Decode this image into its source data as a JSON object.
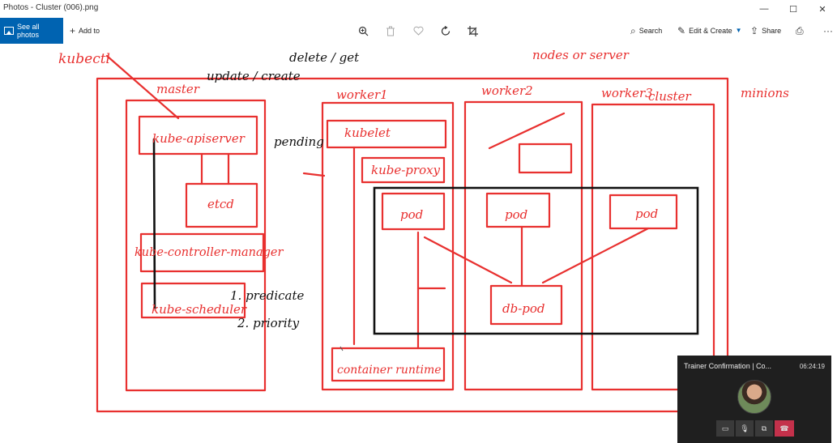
{
  "window": {
    "title": "Photos - Cluster (006).png",
    "minimize_glyph": "—",
    "maximize_glyph": "☐",
    "close_glyph": "✕"
  },
  "toolbar": {
    "see_all_label": "See all photos",
    "add_to_label": "Add to",
    "search_label": "Search",
    "edit_create_label": "Edit & Create",
    "share_label": "Share",
    "icons": [
      "zoom-in-icon",
      "delete-icon",
      "favorite-icon",
      "rotate-icon",
      "crop-icon",
      "print-icon",
      "more-icon"
    ]
  },
  "diagram": {
    "colors": {
      "ink": "#e8302f",
      "black_ink": "#111111"
    },
    "labels": {
      "kubectl": "kubectl",
      "delete_get": "delete / get",
      "update_create": "update / create",
      "nodes_server": "nodes or server",
      "master": "master",
      "worker1": "worker1",
      "worker2": "worker2",
      "worker3": "worker3",
      "cluster": "cluster",
      "minions": "minions",
      "pending": "pending",
      "kube_apiserver": "kube-apiserver",
      "etcd": "etcd",
      "kube_controller_manager": "kube-controller-manager",
      "kube_scheduler": "kube-scheduler",
      "predicate": "1. predicate",
      "priority": "2. priority",
      "kubelet": "kubelet",
      "kube_proxy": "kube-proxy",
      "pod1": "pod",
      "pod2": "pod",
      "pod3": "pod",
      "db_pod": "db-pod",
      "container_runtime": "container runtime"
    }
  },
  "call": {
    "title": "Trainer Confirmation | Co...",
    "time": "06:24:19",
    "buttons": [
      "video-off-icon",
      "mic-icon",
      "share-screen-icon",
      "hang-up-icon"
    ]
  }
}
